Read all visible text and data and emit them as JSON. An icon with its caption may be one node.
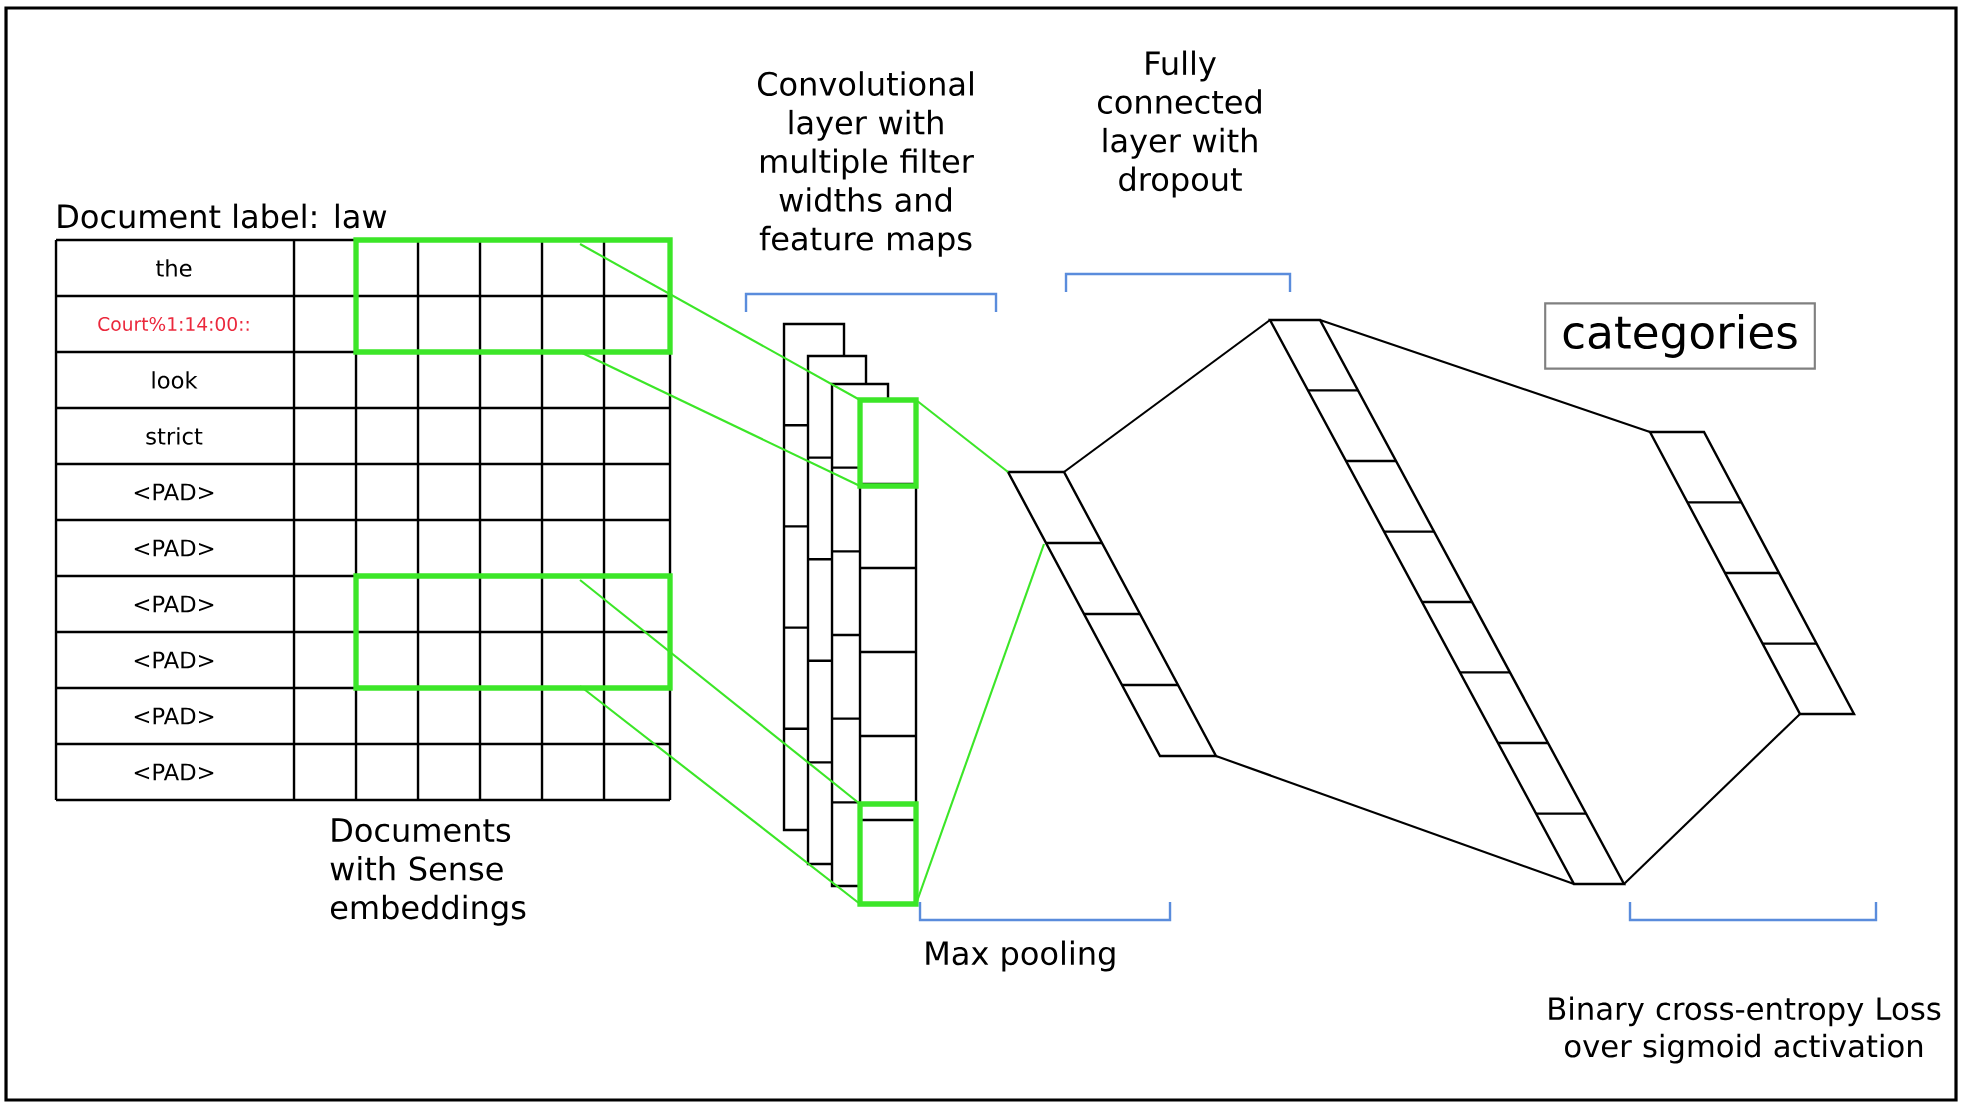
{
  "diagram": {
    "nodes": [
      {
        "text": [
          "categories"
        ]
      }
    ],
    "labels": [
      "Document label: law",
      "the",
      "Court%1:14:00::",
      "look",
      "strict",
      "<PAD>",
      "<PAD>",
      "<PAD>",
      "<PAD>",
      "<PAD>",
      "<PAD>",
      "Documents with Sense embeddings",
      "Convolutional layer with multiple filter widths and feature maps",
      "Fully connected layer with dropout",
      "Max pooling",
      "Binary cross-entropy Loss over sigmoid activation"
    ]
  }
}
